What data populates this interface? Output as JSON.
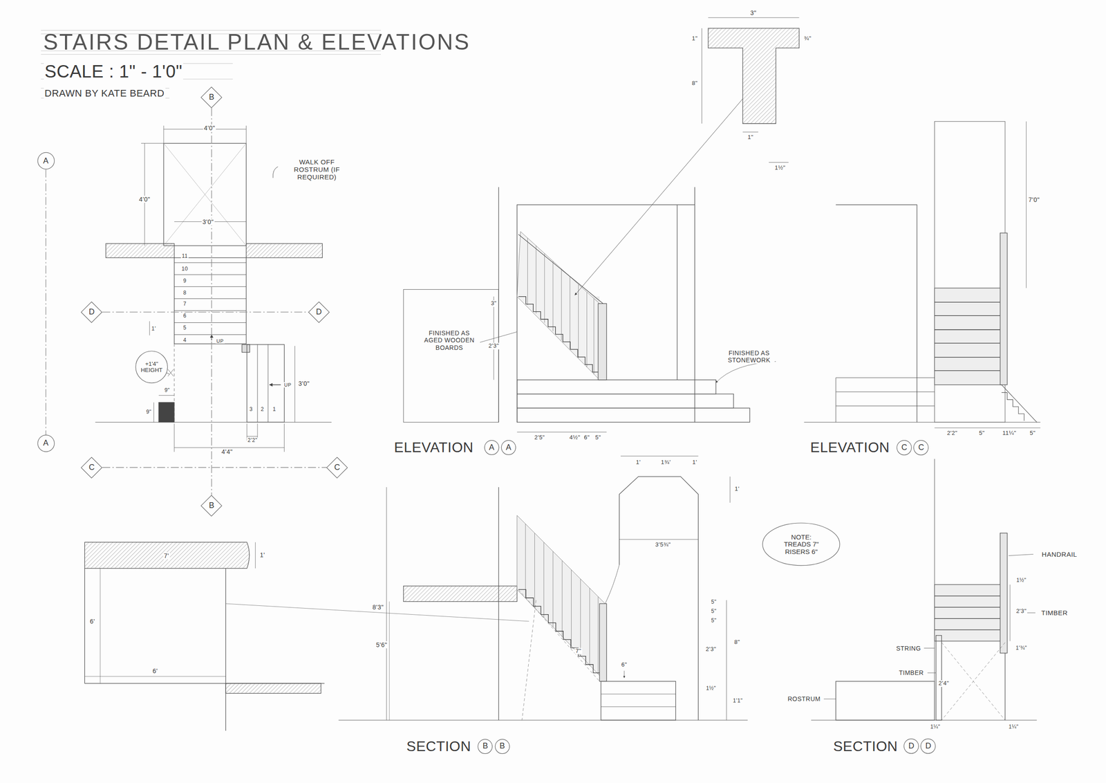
{
  "diagram": {
    "title": "STAIRS DETAIL PLAN & ELEVATIONS",
    "nodes": [
      {
        "text": [
          "B"
        ]
      },
      {
        "text": [
          "A"
        ]
      },
      {
        "text": [
          "D"
        ]
      },
      {
        "text": [
          "D"
        ]
      },
      {
        "text": [
          "+1'4\" HEIGHT"
        ]
      },
      {
        "text": [
          "A"
        ]
      },
      {
        "text": [
          "A"
        ]
      },
      {
        "text": [
          "A"
        ]
      },
      {
        "text": [
          "C"
        ]
      },
      {
        "text": [
          "C"
        ]
      },
      {
        "text": [
          "C"
        ]
      },
      {
        "text": [
          "C"
        ]
      },
      {
        "text": [
          "B"
        ]
      },
      {
        "text": [
          "NOTE:",
          "TREADS 7\" RISERS 6\""
        ]
      },
      {
        "text": [
          "B"
        ]
      },
      {
        "text": [
          "B"
        ]
      },
      {
        "text": [
          "D"
        ]
      },
      {
        "text": [
          "D"
        ]
      }
    ],
    "edges": [
      {
        "from": 1,
        "to": 5,
        "arrow": "none"
      },
      {
        "from": 0,
        "to": 12,
        "arrow": "none"
      },
      {
        "from": 2,
        "to": 3,
        "arrow": "none"
      },
      {
        "from": 10,
        "to": 11,
        "arrow": "none"
      }
    ],
    "labels": [
      "SCALE : 1\" - 1'0\"",
      "DRAWN BY KATE BEARD",
      "4'0\"",
      "4'0\"",
      "WALK OFF ROSTRUM (IF REQUIRED)",
      "3'0\"",
      "11",
      "10",
      "9",
      "8",
      "7",
      "6",
      "5",
      "4",
      "UP",
      "UP",
      "3'0\"",
      "1'",
      "9\"",
      "9\"",
      "3",
      "2",
      "1",
      "2'2\"",
      "4'4\"",
      "3\"",
      "1\"",
      "¾\"",
      "8\"",
      "1\"",
      "1½\"",
      "FINISHED AS AGED WOODEN BOARDS",
      "3\"",
      "2'3\"",
      "FINISHED AS STONEWORK",
      "2'5\"",
      "4½\"",
      "6\"",
      "5\"",
      "ELEVATION",
      "7'0\"",
      "2'2\"",
      "5\"",
      "11¼\"",
      "5\"",
      "ELEVATION",
      "1'",
      "7'",
      "6'",
      "6'",
      "1'",
      "1¾'",
      "1'",
      "1'",
      "3'5¾\"",
      "8'3\"",
      "5'6\"",
      "5\"",
      "5\"",
      "5\"",
      "2'3\"",
      "8\"",
      "7\"",
      "6\"",
      "1½\"",
      "1'1\"",
      "SECTION",
      "HANDRAIL",
      "1½\"",
      "2'3\"",
      "TIMBER",
      "STRING",
      "1'¾\"",
      "TIMBER",
      "2'4\"",
      "ROSTRUM",
      "1¼\"",
      "1¼\"",
      "SECTION"
    ]
  }
}
